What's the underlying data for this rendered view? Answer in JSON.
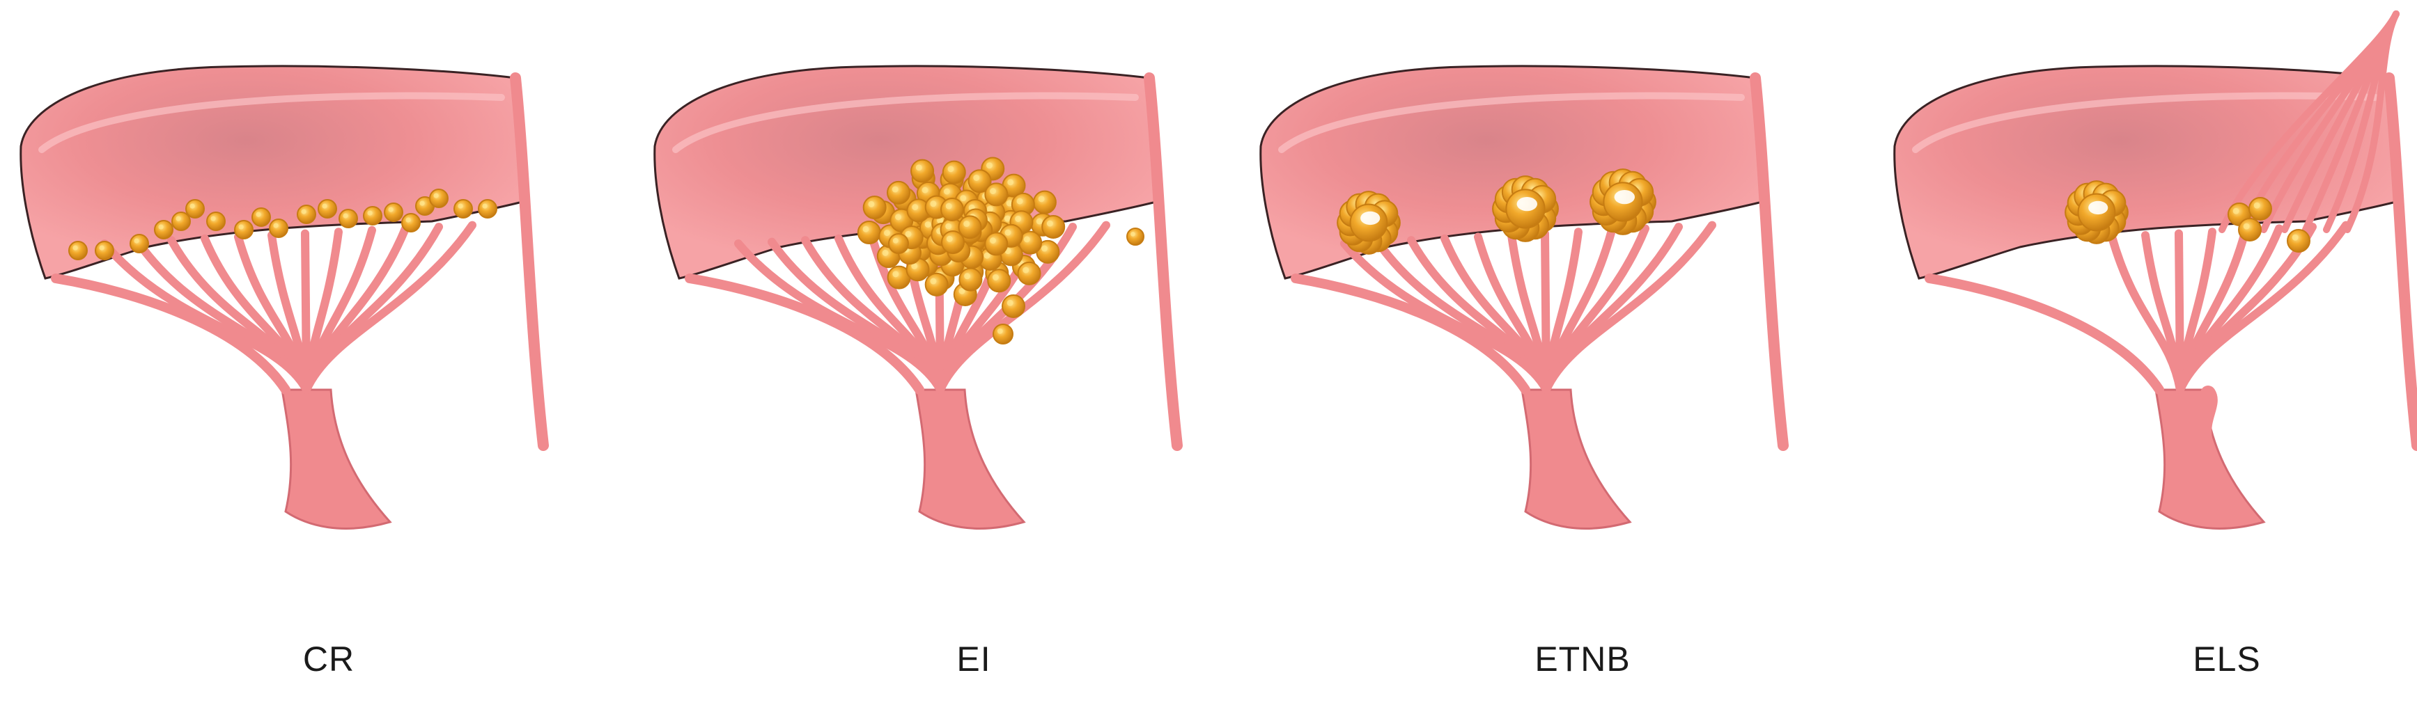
{
  "colors": {
    "tissue": "#f08a8e",
    "tissue_dark": "#e6707a",
    "tissue_shadow": "#d36a72",
    "outline": "#3a2224",
    "vegetation": "#f2a92b",
    "vegetation_dark": "#c67c12",
    "vegetation_light": "#ffe38a",
    "label_text": "#1a1a1a"
  },
  "panels": [
    {
      "id": "cr",
      "label": "CR",
      "vegetation": "small-nodules"
    },
    {
      "id": "ei",
      "label": "EI",
      "vegetation": "large-cluster"
    },
    {
      "id": "etnb",
      "label": "ETNB",
      "vegetation": "round-masses"
    },
    {
      "id": "els",
      "label": "ELS",
      "vegetation": "masses-with-ruptured-chorda"
    }
  ]
}
